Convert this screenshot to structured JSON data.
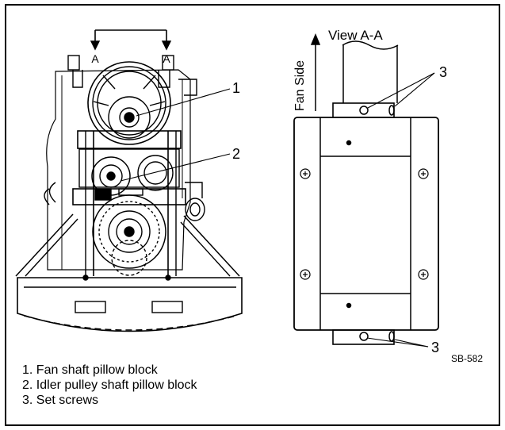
{
  "section_marks": {
    "left": "A",
    "right": "A"
  },
  "view": {
    "title": "View A-A",
    "direction_label": "Fan Side"
  },
  "callouts": {
    "c1": "1",
    "c2": "2",
    "c3_top": "3",
    "c3_bottom": "3"
  },
  "figure_id": "SB-582",
  "legend": [
    "1.  Fan shaft pillow block",
    "2.  Idler pulley shaft pillow block",
    "3.  Set screws"
  ]
}
